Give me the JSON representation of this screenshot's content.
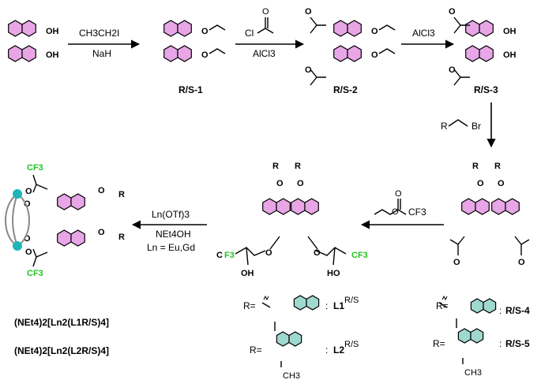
{
  "colors": {
    "naphthyl_fill": "#e8a6e6",
    "substituent_fill": "#9fd8cf",
    "fluorine": "#22c322",
    "metal": "#1fb5b5",
    "link": "#888888"
  },
  "reagents": {
    "step1_top": "CH3CH2I",
    "step1_bottom": "NaH",
    "step2_top": "Cl",
    "step2_bottom": "AlCl3",
    "step3": "AlCl3",
    "step4": "R",
    "step4_br": "Br",
    "step5": "CF3",
    "step6_line1": "Ln(OTf)3",
    "step6_line2": "NEt4OH",
    "step6_line3": "Ln = Eu,Gd"
  },
  "compounds": {
    "c1": "R/S-1",
    "c2": "R/S-2",
    "c3": "R/S-3",
    "c4": "R/S-4",
    "c5": "R/S-5"
  },
  "atoms": {
    "oh": "OH",
    "o": "O",
    "r": "R",
    "cf3": "CF3",
    "f3": "F3",
    "c": "C",
    "ho": "HO",
    "ch3": "CH3",
    "r_eq": "R=",
    "colon": ":"
  },
  "ligands": {
    "l1": "L1",
    "l2": "L2",
    "sup": "R/S"
  },
  "complexes": {
    "k1": "(NEt4)2[Ln2(L1R/S)4]",
    "k2": "(NEt4)2[Ln2(L2R/S)4]"
  }
}
